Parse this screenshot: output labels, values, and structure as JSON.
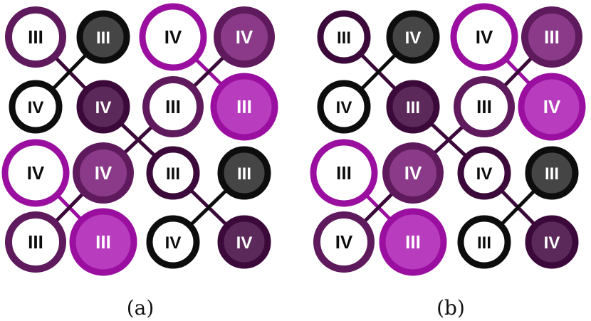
{
  "palette": {
    "black": "#0d0d0d",
    "dark_purple": "#3b0a3a",
    "purple": "#5e1a5c",
    "magenta": "#9a0fa0",
    "fill_dark_gray": "#454545",
    "fill_dark_purple": "#5c2a5a",
    "fill_purple": "#8a3a88",
    "fill_magenta": "#b83cbe",
    "white": "#ffffff"
  },
  "panels": [
    {
      "id": "a",
      "caption": "(a)",
      "nodes": [
        {
          "label": "III",
          "style": "purple-outline"
        },
        {
          "label": "III",
          "style": "black-filled"
        },
        {
          "label": "IV",
          "style": "magenta-outline"
        },
        {
          "label": "IV",
          "style": "purple-filled"
        },
        {
          "label": "IV",
          "style": "black-outline"
        },
        {
          "label": "IV",
          "style": "darkpurple-filled"
        },
        {
          "label": "III",
          "style": "purple-outline"
        },
        {
          "label": "III",
          "style": "magenta-filled"
        },
        {
          "label": "IV",
          "style": "magenta-outline"
        },
        {
          "label": "IV",
          "style": "purple-filled"
        },
        {
          "label": "III",
          "style": "darkpurple-outline"
        },
        {
          "label": "III",
          "style": "black-filled"
        },
        {
          "label": "III",
          "style": "purple-outline"
        },
        {
          "label": "III",
          "style": "magenta-filled"
        },
        {
          "label": "IV",
          "style": "black-outline"
        },
        {
          "label": "IV",
          "style": "darkpurple-filled"
        }
      ]
    },
    {
      "id": "b",
      "caption": "(b)",
      "nodes": [
        {
          "label": "III",
          "style": "darkpurple-outline"
        },
        {
          "label": "IV",
          "style": "black-filled"
        },
        {
          "label": "IV",
          "style": "magenta-outline"
        },
        {
          "label": "III",
          "style": "purple-filled"
        },
        {
          "label": "IV",
          "style": "black-outline"
        },
        {
          "label": "III",
          "style": "darkpurple-filled"
        },
        {
          "label": "III",
          "style": "purple-outline"
        },
        {
          "label": "IV",
          "style": "magenta-filled"
        },
        {
          "label": "III",
          "style": "magenta-outline"
        },
        {
          "label": "IV",
          "style": "purple-filled"
        },
        {
          "label": "IV",
          "style": "darkpurple-outline"
        },
        {
          "label": "III",
          "style": "black-filled"
        },
        {
          "label": "IV",
          "style": "purple-outline"
        },
        {
          "label": "III",
          "style": "magenta-filled"
        },
        {
          "label": "III",
          "style": "black-outline"
        },
        {
          "label": "IV",
          "style": "darkpurple-filled"
        }
      ]
    }
  ]
}
